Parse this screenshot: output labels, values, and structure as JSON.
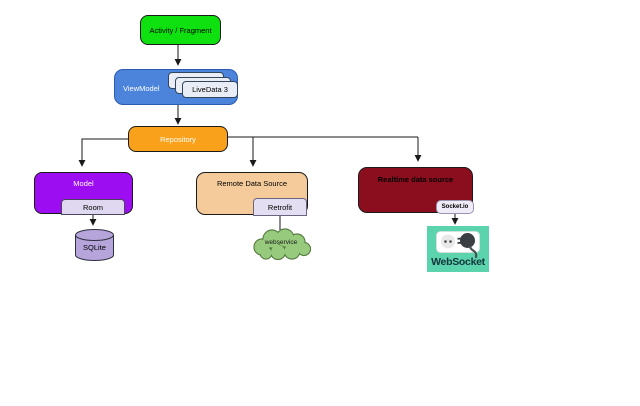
{
  "canvas": {
    "background": "#ffffff",
    "line_color": "#1a1a1a"
  },
  "diagram": {
    "nodes": {
      "activity": {
        "label": "Activity / Fragment",
        "bg": "#0fe00f",
        "text_color": "#000000"
      },
      "viewmodel": {
        "label": "ViewModel",
        "bg": "#4c84db",
        "text_color": "#ffffff"
      },
      "livedata": {
        "label": "LiveData 3",
        "bg": "#e9edf6",
        "text_color": "#000000"
      },
      "repository": {
        "label": "Repository",
        "bg": "#f9a11b",
        "text_color": "#ffffff"
      },
      "model": {
        "label": "Model",
        "bg": "#9c0df2",
        "text_color": "#ffffff"
      },
      "room": {
        "label": "Room",
        "bg": "#dfd8f0",
        "text_color": "#000000"
      },
      "sqlite": {
        "label": "SQLite",
        "bg": "#b5a5da",
        "text_color": "#000000"
      },
      "remote": {
        "label": "Remote Data Source",
        "bg": "#f6cb9b",
        "text_color": "#000000"
      },
      "retrofit": {
        "label": "Retrofit",
        "bg": "#e4def2",
        "text_color": "#000000"
      },
      "webservice": {
        "label": "webservice",
        "bg": "#97ca7d",
        "text_color": "#1a1a1a"
      },
      "realtime": {
        "label": "Realtime data source",
        "bg": "#8b0e1e",
        "text_color": "#000000"
      },
      "socketio": {
        "label": "Socket.io",
        "bg": "#efebf7",
        "text_color": "#000000"
      },
      "websocket": {
        "label": "WebSocket",
        "bg": "#5bd3ac",
        "text_color": "#12343b"
      }
    },
    "edges": [
      {
        "from": "Activity / Fragment",
        "to": "ViewModel",
        "arrow": true
      },
      {
        "from": "ViewModel",
        "to": "Repository",
        "arrow": true
      },
      {
        "from": "Repository",
        "to": "Model",
        "arrow": true
      },
      {
        "from": "Repository",
        "to": "Remote Data Source",
        "arrow": true
      },
      {
        "from": "Repository",
        "to": "Realtime data source",
        "arrow": true
      },
      {
        "from": "Room",
        "to": "SQLite",
        "arrow": true
      },
      {
        "from": "Retrofit",
        "to": "webservice",
        "arrow": false
      },
      {
        "from": "Socket.io",
        "to": "WebSocket",
        "arrow": true
      }
    ]
  }
}
